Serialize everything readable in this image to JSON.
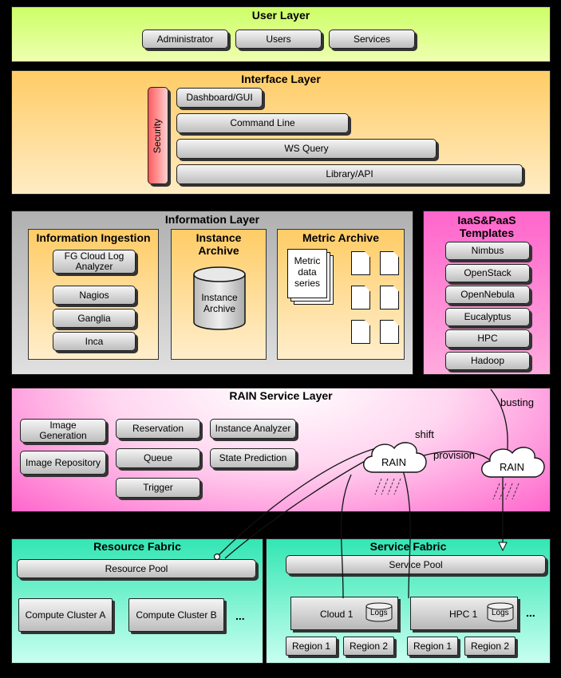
{
  "user_layer": {
    "title": "User Layer",
    "items": [
      "Administrator",
      "Users",
      "Services"
    ]
  },
  "interface_layer": {
    "title": "Interface Layer",
    "security": "Security",
    "items": [
      "Dashboard/GUI",
      "Command Line",
      "WS Query",
      "Library/API"
    ]
  },
  "information_layer": {
    "title": "Information Layer",
    "ingestion": {
      "title": "Information Ingestion",
      "items": [
        "FG Cloud Log Analyzer",
        "Nagios",
        "Ganglia",
        "Inca"
      ]
    },
    "instance_archive": {
      "title": "Instance Archive",
      "db_label": "Instance Archive"
    },
    "metric_archive": {
      "title": "Metric Archive",
      "series_label": "Metric data series"
    }
  },
  "templates": {
    "title": "IaaS&PaaS Templates",
    "items": [
      "Nimbus",
      "OpenStack",
      "OpenNebula",
      "Eucalyptus",
      "HPC",
      "Hadoop"
    ]
  },
  "rain_layer": {
    "title": "RAIN Service Layer",
    "col1": [
      "Image Generation",
      "Image Repository"
    ],
    "col2": [
      "Reservation",
      "Queue",
      "Trigger"
    ],
    "col3": [
      "Instance Analyzer",
      "State Prediction"
    ],
    "cloud_label": "RAIN",
    "labels": {
      "shift": "shift",
      "provision": "provision",
      "busting": "busting"
    }
  },
  "resource_fabric": {
    "title": "Resource Fabric",
    "pool": "Resource Pool",
    "clusters": [
      "Compute Cluster A",
      "Compute Cluster B"
    ],
    "more": "..."
  },
  "service_fabric": {
    "title": "Service Fabric",
    "pool": "Service Pool",
    "nodes": [
      "Cloud 1",
      "HPC 1"
    ],
    "logs": "Logs",
    "regions": [
      "Region 1",
      "Region 2",
      "Region 1",
      "Region 2"
    ],
    "more": "..."
  },
  "colors": {
    "user": "#ccff66",
    "interface": "#ffcc66",
    "information": "#b3b3b3",
    "template": "#ff66cc",
    "rain": "#ff66cc",
    "fabric": "#33e6b3",
    "security": "#ff6666"
  }
}
